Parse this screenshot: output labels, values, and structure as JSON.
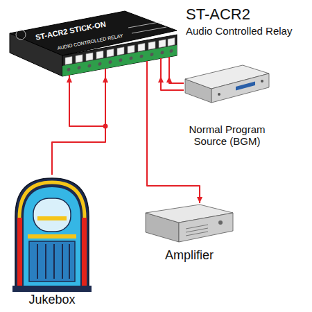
{
  "diagram": {
    "nodes": [
      {
        "text": [
          "ST-ACR2",
          "Audio Controlled Relay"
        ]
      },
      {
        "text": [
          "Normal Program Source (BGM)"
        ]
      },
      {
        "text": [
          "Amplifier"
        ]
      },
      {
        "text": [
          "Jukebox"
        ]
      }
    ],
    "edges": [
      {
        "from": 3,
        "to": 0,
        "arrow": "to"
      },
      {
        "from": 1,
        "to": 0,
        "arrow": "to"
      },
      {
        "from": 0,
        "to": 2,
        "arrow": "to"
      }
    ],
    "labels": [
      "ST-ACR2 STICK-ON",
      "AUDIO CONTROLLED RELAY"
    ]
  }
}
